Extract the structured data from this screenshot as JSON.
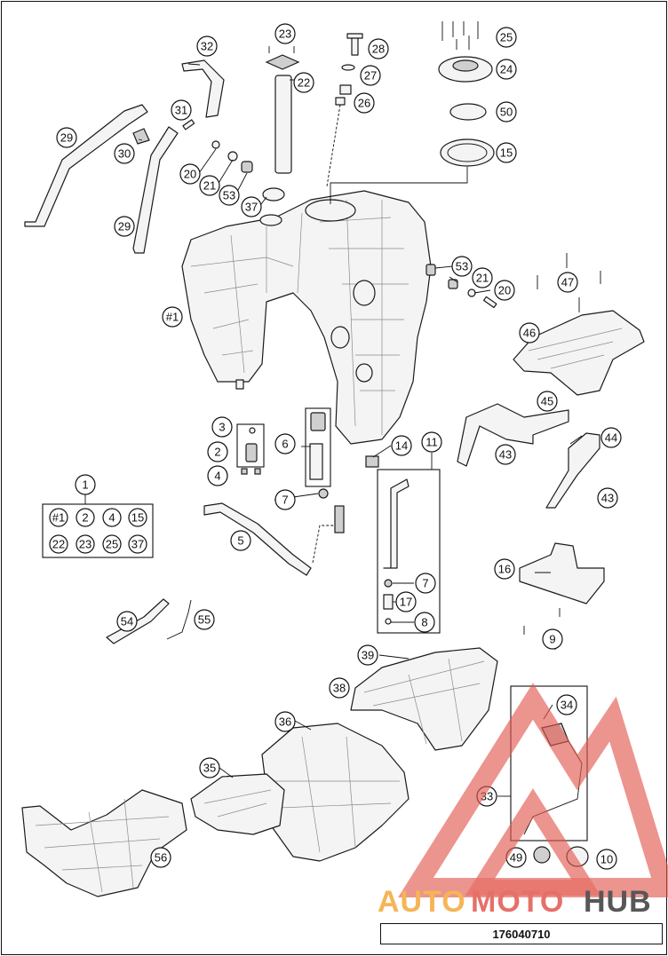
{
  "diagram": {
    "part_number": "176040710",
    "watermark": {
      "word_a": "AUTO",
      "word_b": "MOTO",
      "word_c": "HUB",
      "color_a": "#f4a93a",
      "color_b": "#e2584f",
      "color_c": "#3a3a3a"
    },
    "kit_box": {
      "ref": "1",
      "items": [
        "#1",
        "2",
        "4",
        "15",
        "22",
        "23",
        "25",
        "37"
      ]
    },
    "callouts": [
      "23",
      "32",
      "28",
      "25",
      "22",
      "27",
      "24",
      "26",
      "31",
      "50",
      "29",
      "30",
      "15",
      "20",
      "21",
      "53",
      "37",
      "29",
      "53",
      "21",
      "47",
      "20",
      "#1",
      "46",
      "45",
      "3",
      "2",
      "6",
      "14",
      "11",
      "44",
      "43",
      "4",
      "43",
      "7",
      "1",
      "5",
      "16",
      "7",
      "9",
      "17",
      "54",
      "55",
      "8",
      "39",
      "34",
      "38",
      "36",
      "33",
      "35",
      "49",
      "10",
      "56"
    ]
  }
}
